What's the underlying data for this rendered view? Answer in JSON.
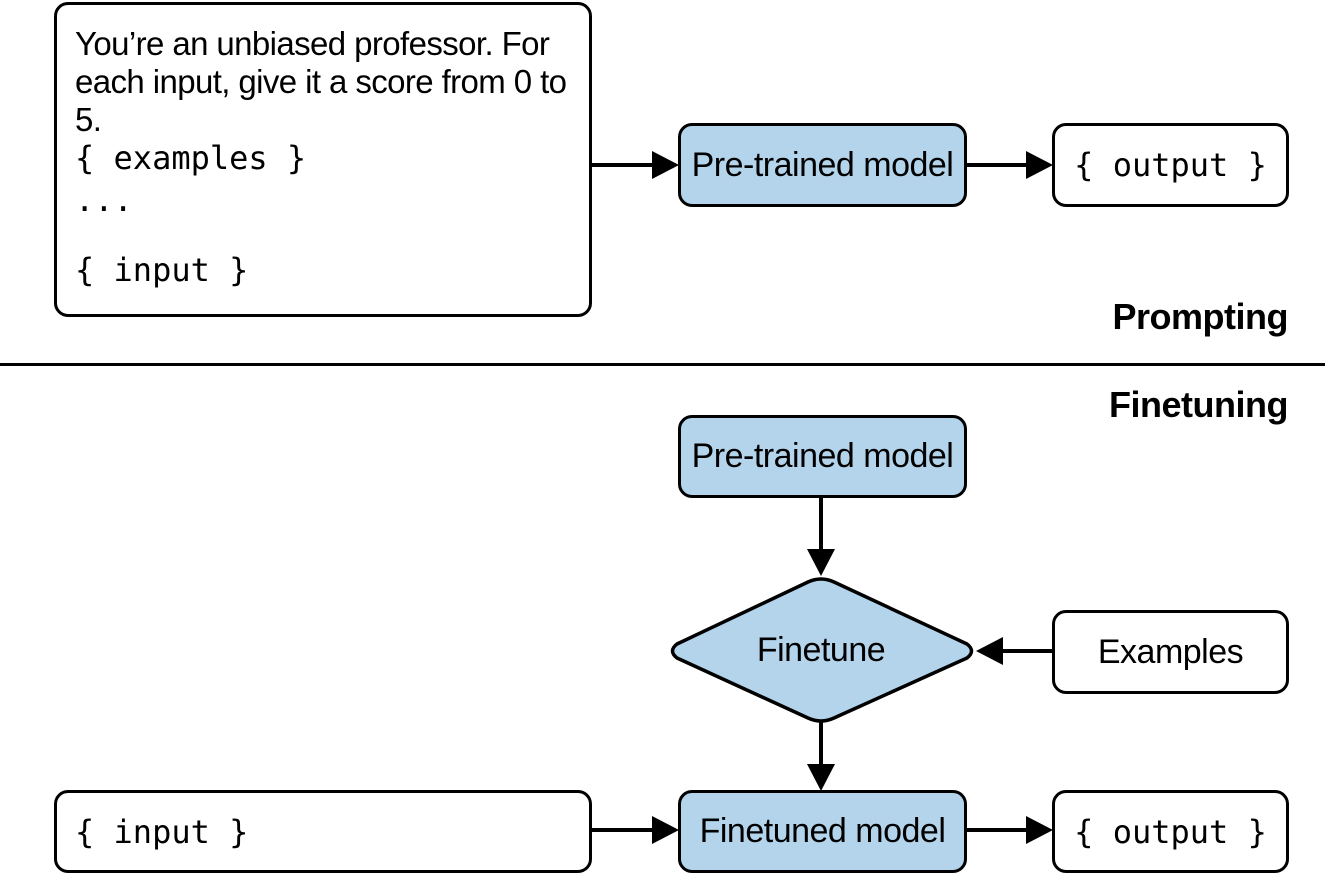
{
  "prompting": {
    "section_label": "Prompting",
    "prompt_instruction": "You’re an unbiased professor. For each input, give it a score from 0 to 5.",
    "examples_placeholder": "{ examples }",
    "ellipsis": "...",
    "input_placeholder": "{ input }",
    "model_label": "Pre-trained model",
    "output_placeholder": "{ output }"
  },
  "finetuning": {
    "section_label": "Finetuning",
    "pretrained_model_label": "Pre-trained model",
    "finetune_label": "Finetune",
    "examples_label": "Examples",
    "input_placeholder": "{ input }",
    "finetuned_model_label": "Finetuned model",
    "output_placeholder": "{ output }"
  },
  "colors": {
    "model_fill": "#b3d4eb",
    "stroke": "#000000",
    "background": "#ffffff"
  }
}
